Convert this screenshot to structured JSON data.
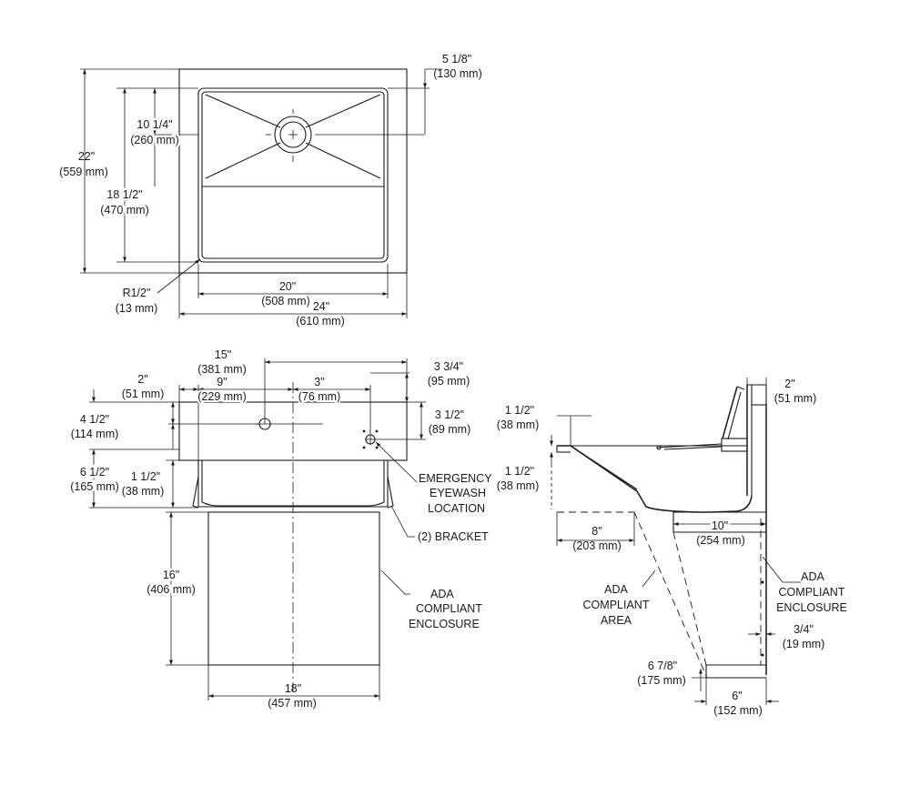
{
  "top_view": {
    "dim_5_1_8": {
      "in": "5 1/8\"",
      "mm": "(130 mm)"
    },
    "dim_10_1_4": {
      "in": "10 1/4\"",
      "mm": "(260 mm)"
    },
    "dim_22": {
      "in": "22\"",
      "mm": "(559 mm)"
    },
    "dim_18_1_2": {
      "in": "18 1/2\"",
      "mm": "(470 mm)"
    },
    "dim_r1_2": {
      "in": "R1/2\"",
      "mm": "(13 mm)"
    },
    "dim_20": {
      "in": "20\"",
      "mm": "(508 mm)"
    },
    "dim_24": {
      "in": "24\"",
      "mm": "(610 mm)"
    }
  },
  "front_view": {
    "dim_15": {
      "in": "15\"",
      "mm": "(381 mm)"
    },
    "dim_2": {
      "in": "2\"",
      "mm": "(51 mm)"
    },
    "dim_9": {
      "in": "9\"",
      "mm": "(229 mm)"
    },
    "dim_3": {
      "in": "3\"",
      "mm": "(76 mm)"
    },
    "dim_3_3_4": {
      "in": "3 3/4\"",
      "mm": "(95 mm)"
    },
    "dim_3_1_2": {
      "in": "3 1/2\"",
      "mm": "(89 mm)"
    },
    "dim_4_1_2": {
      "in": "4 1/2\"",
      "mm": "(114 mm)"
    },
    "dim_6_1_2": {
      "in": "6 1/2\"",
      "mm": "(165 mm)"
    },
    "dim_1_1_2": {
      "in": "1 1/2\"",
      "mm": "(38 mm)"
    },
    "dim_16": {
      "in": "16\"",
      "mm": "(406 mm)"
    },
    "dim_18": {
      "in": "18\"",
      "mm": "(457 mm)"
    },
    "callout_eyewash": [
      "EMERGENCY",
      "EYEWASH",
      "LOCATION"
    ],
    "callout_bracket": "(2) BRACKET",
    "callout_enclosure": [
      "ADA",
      "COMPLIANT",
      "ENCLOSURE"
    ]
  },
  "side_view": {
    "dim_2": {
      "in": "2\"",
      "mm": "(51 mm)"
    },
    "dim_1_1_2_top": {
      "in": "1 1/2\"",
      "mm": "(38 mm)"
    },
    "dim_1_1_2_bottom": {
      "in": "1 1/2\"",
      "mm": "(38 mm)"
    },
    "dim_8": {
      "in": "8\"",
      "mm": "(203 mm)"
    },
    "dim_10": {
      "in": "10\"",
      "mm": "(254 mm)"
    },
    "dim_3_4": {
      "in": "3/4\"",
      "mm": "(19 mm)"
    },
    "dim_6_7_8": {
      "in": "6 7/8\"",
      "mm": "(175 mm)"
    },
    "dim_6": {
      "in": "6\"",
      "mm": "(152 mm)"
    },
    "callout_area": [
      "ADA",
      "COMPLIANT",
      "AREA"
    ],
    "callout_enclosure": [
      "ADA",
      "COMPLIANT",
      "ENCLOSURE"
    ]
  }
}
